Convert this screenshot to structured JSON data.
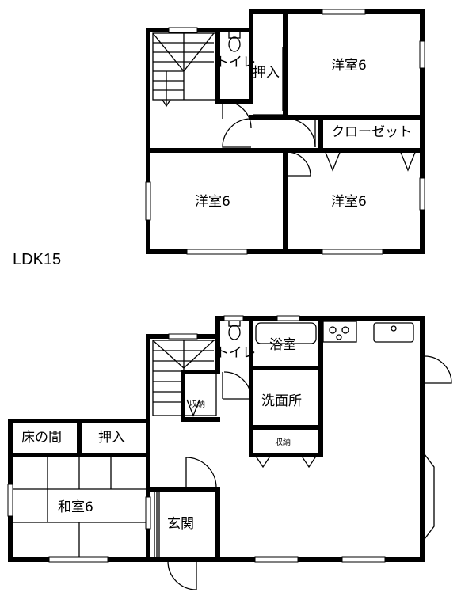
{
  "plan_label": "LDK15",
  "floor2": {
    "toilet": "トイレ",
    "closet_oshiire": "押入",
    "room_ne": "洋室6",
    "closet": "クローゼット",
    "room_sw": "洋室6",
    "room_se": "洋室6"
  },
  "floor1": {
    "toilet": "トイレ",
    "bath": "浴室",
    "storage_stair": "収納",
    "washroom": "洗面所",
    "storage": "収納",
    "tokonoma": "床の間",
    "oshiire": "押入",
    "washitsu": "和室6",
    "entrance": "玄関"
  }
}
